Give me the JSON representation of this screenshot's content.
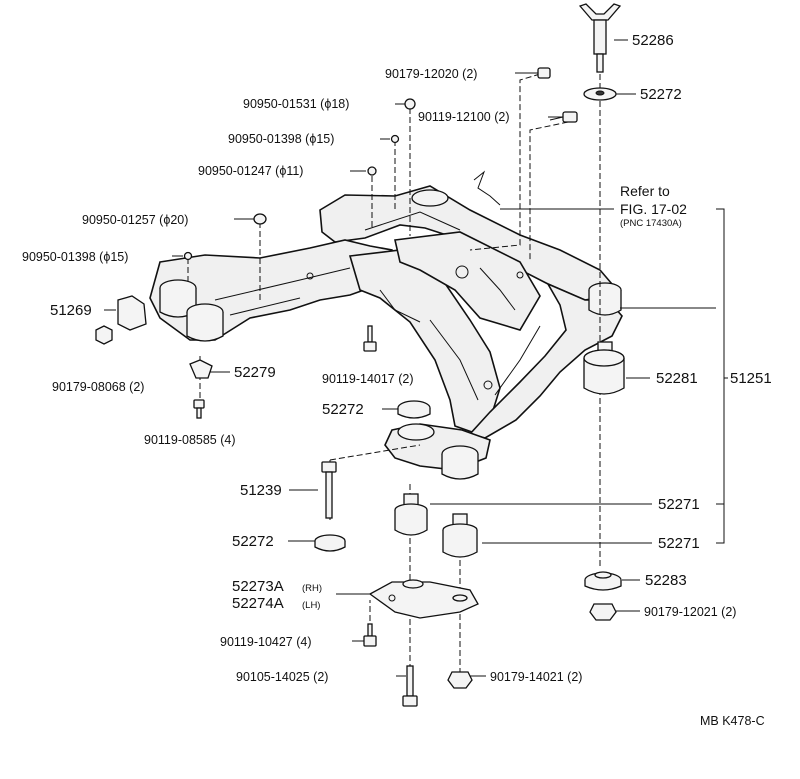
{
  "labels": {
    "p52286": "52286",
    "p90179_12020": "90179-12020 (2)",
    "p52272_top": "52272",
    "p90950_01531": "90950-01531 (ϕ18)",
    "p90119_12100": "90119-12100 (2)",
    "p90950_01398_a": "90950-01398 (ϕ15)",
    "p90950_01247": "90950-01247 (ϕ11)",
    "refer_1": "Refer to",
    "refer_2": "FIG. 17-02",
    "refer_3": "(PNC 17430A)",
    "p90950_01257": "90950-01257 (ϕ20)",
    "p90950_01398_b": "90950-01398 (ϕ15)",
    "p51269": "51269",
    "p90179_08068": "90179-08068 (2)",
    "p52279": "52279",
    "p90119_14017": "90119-14017 (2)",
    "p52281": "52281",
    "p51251": "51251",
    "p52272_mid": "52272",
    "p90119_08585": "90119-08585 (4)",
    "p51239": "51239",
    "p52271_a": "52271",
    "p52271_b": "52271",
    "p52272_low": "52272",
    "p52283": "52283",
    "p52273A": "52273A",
    "p52273A_sub": "(RH)",
    "p52274A": "52274A",
    "p52274A_sub": "(LH)",
    "p90179_12021": "90179-12021 (2)",
    "p90119_10427": "90119-10427 (4)",
    "p90105_14025": "90105-14025 (2)",
    "p90179_14021": "90179-14021 (2)",
    "code": "MB K478-C"
  }
}
